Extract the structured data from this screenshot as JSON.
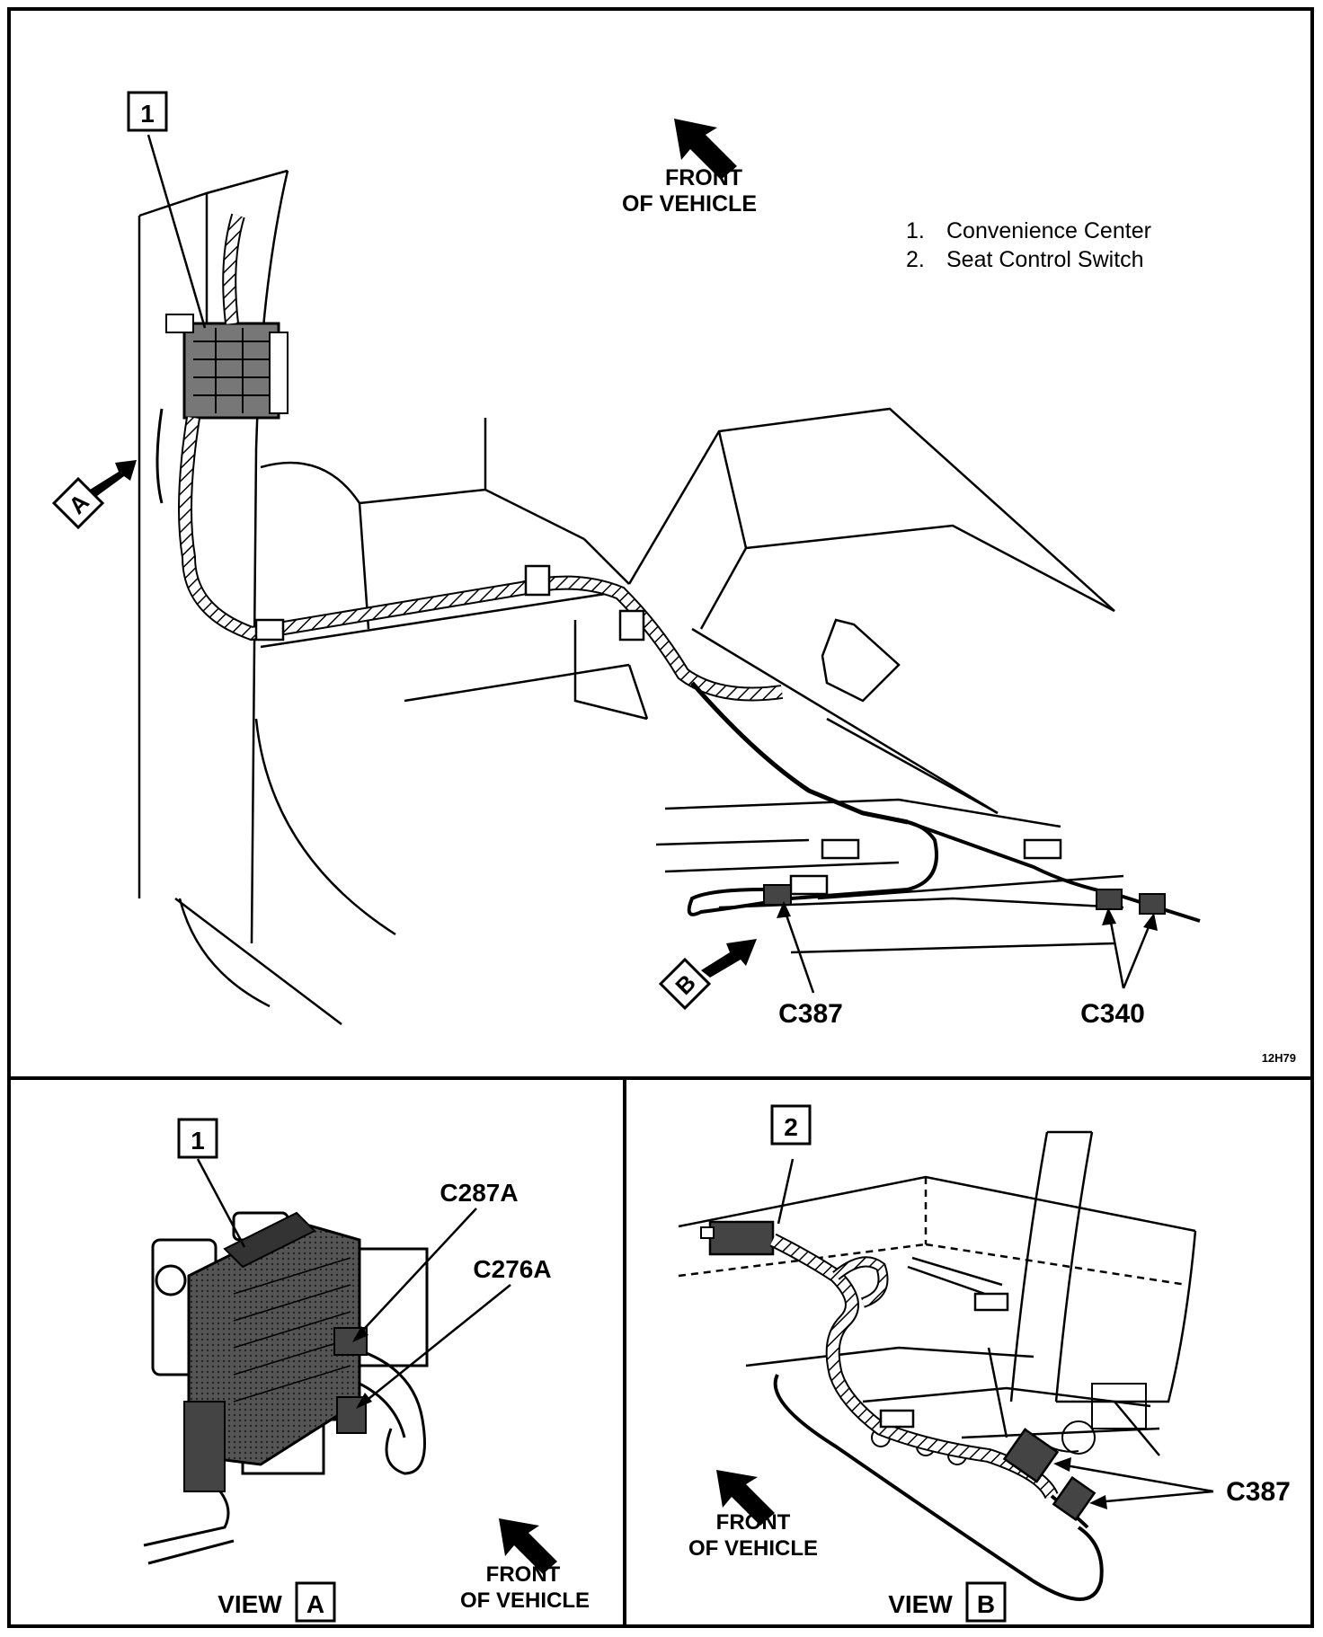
{
  "figure_code": "12H79",
  "legend": [
    {
      "num": "1.",
      "text": "Convenience Center"
    },
    {
      "num": "2.",
      "text": "Seat Control Switch"
    }
  ],
  "main_view": {
    "callout_1": "1",
    "front_label_line1": "FRONT",
    "front_label_line2": "OF VEHICLE",
    "view_a_marker": "A",
    "view_b_marker": "B",
    "connector_c387": "C387",
    "connector_c340": "C340"
  },
  "view_a": {
    "title": "VIEW",
    "letter": "A",
    "callout_1": "1",
    "connector_c287a": "C287A",
    "connector_c276a": "C276A",
    "front_label_line1": "FRONT",
    "front_label_line2": "OF VEHICLE"
  },
  "view_b": {
    "title": "VIEW",
    "letter": "B",
    "callout_2": "2",
    "connector_c387": "C387",
    "front_label_line1": "FRONT",
    "front_label_line2": "OF VEHICLE"
  }
}
